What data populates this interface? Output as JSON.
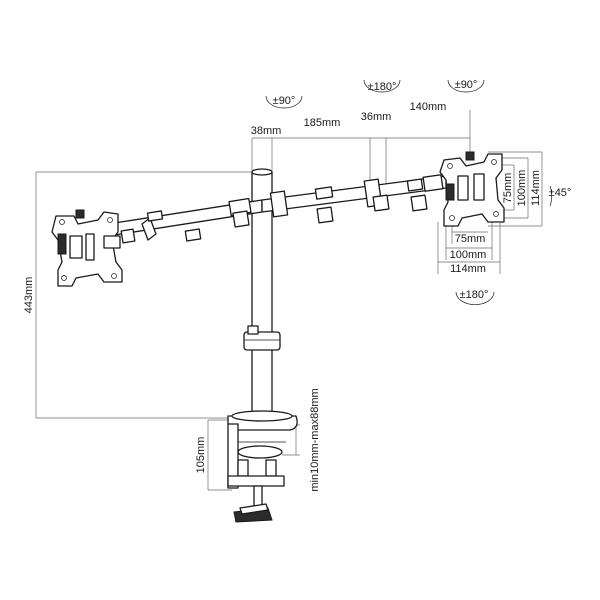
{
  "labels": {
    "rot_left_top": "±90°",
    "rot_mid_top": "±180°",
    "rot_right_top": "±90°",
    "tilt_right": "±45°",
    "swivel_right": "±180°",
    "seg_38": "38mm",
    "seg_185": "185mm",
    "seg_36": "36mm",
    "seg_140": "140mm",
    "vesa_75w": "75mm",
    "vesa_100w": "100mm",
    "vesa_114w": "114mm",
    "vesa_75h": "75mm",
    "vesa_100h": "100mm",
    "vesa_114h": "114mm",
    "height_443": "443mm",
    "clamp_105": "105mm",
    "desk_range": "min10mm-max88mm"
  }
}
